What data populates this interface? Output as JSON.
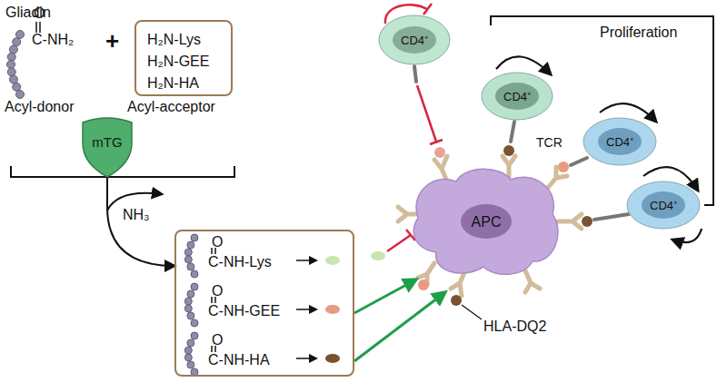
{
  "diagram": {
    "nodes": [
      {
        "text": [
          "H₂N-Lys",
          "H₂N-GEE",
          "H₂N-HA"
        ]
      },
      {
        "text": [
          "mTG"
        ]
      },
      {
        "text": [
          "O",
          "C-NH-Lys",
          "O",
          "C-NH-GEE",
          "O",
          "C-NH-HA"
        ]
      },
      {
        "text": [
          "CD4⁺"
        ]
      },
      {
        "text": [
          "CD4⁺"
        ]
      },
      {
        "text": [
          "CD4⁺"
        ]
      },
      {
        "text": [
          "CD4⁺"
        ]
      },
      {
        "text": [
          "APC"
        ]
      }
    ],
    "edges": [
      {
        "from": 1,
        "to": 2,
        "arrow": "to"
      },
      {
        "from": 2,
        "to": 7,
        "arrow": "to"
      },
      {
        "from": 2,
        "to": 7,
        "arrow": "to"
      }
    ],
    "labels": [
      "Gliadin",
      "O",
      "C-NH₂",
      "+",
      "Acyl-donor",
      "Acyl-acceptor",
      "NH₃",
      "TCR",
      "HLA-DQ2",
      "Proliferation"
    ]
  }
}
